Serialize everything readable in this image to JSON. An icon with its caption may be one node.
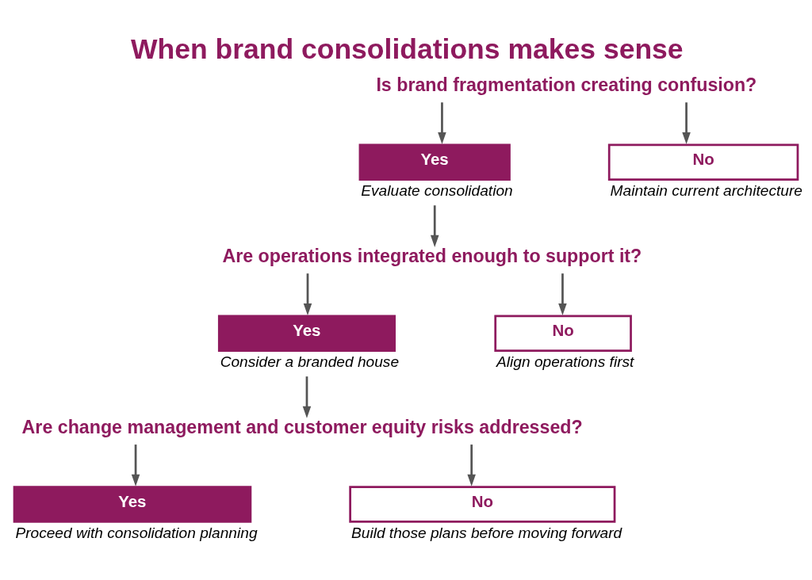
{
  "diagram": {
    "title": "When brand consolidations makes sense",
    "nodes": [
      {
        "text": [
          "Is brand fragmentation creating confusion?"
        ]
      },
      {
        "text": [
          "Yes"
        ],
        "beside": [
          "Evaluate consolidation"
        ]
      },
      {
        "text": [
          "No"
        ],
        "beside": [
          "Maintain current architecture"
        ]
      },
      {
        "text": [
          "Are operations integrated enough to support it?"
        ]
      },
      {
        "text": [
          "Yes"
        ],
        "beside": [
          "Consider a branded house"
        ]
      },
      {
        "text": [
          "No"
        ],
        "beside": [
          "Align operations first"
        ]
      },
      {
        "text": [
          "Are change management and customer equity risks addressed?"
        ]
      },
      {
        "text": [
          "Yes"
        ],
        "beside": [
          "Proceed with consolidation planning"
        ]
      },
      {
        "text": [
          "No"
        ],
        "beside": [
          "Build those plans before moving forward"
        ]
      }
    ],
    "edges": [
      {
        "from": 0,
        "to": 1,
        "arrow": "to"
      },
      {
        "from": 0,
        "to": 2,
        "arrow": "to"
      },
      {
        "from": 1,
        "to": 3,
        "arrow": "to"
      },
      {
        "from": 3,
        "to": 4,
        "arrow": "to"
      },
      {
        "from": 3,
        "to": 5,
        "arrow": "to"
      },
      {
        "from": 4,
        "to": 6,
        "arrow": "to"
      },
      {
        "from": 6,
        "to": 7,
        "arrow": "to"
      },
      {
        "from": 6,
        "to": 8,
        "arrow": "to"
      }
    ]
  }
}
